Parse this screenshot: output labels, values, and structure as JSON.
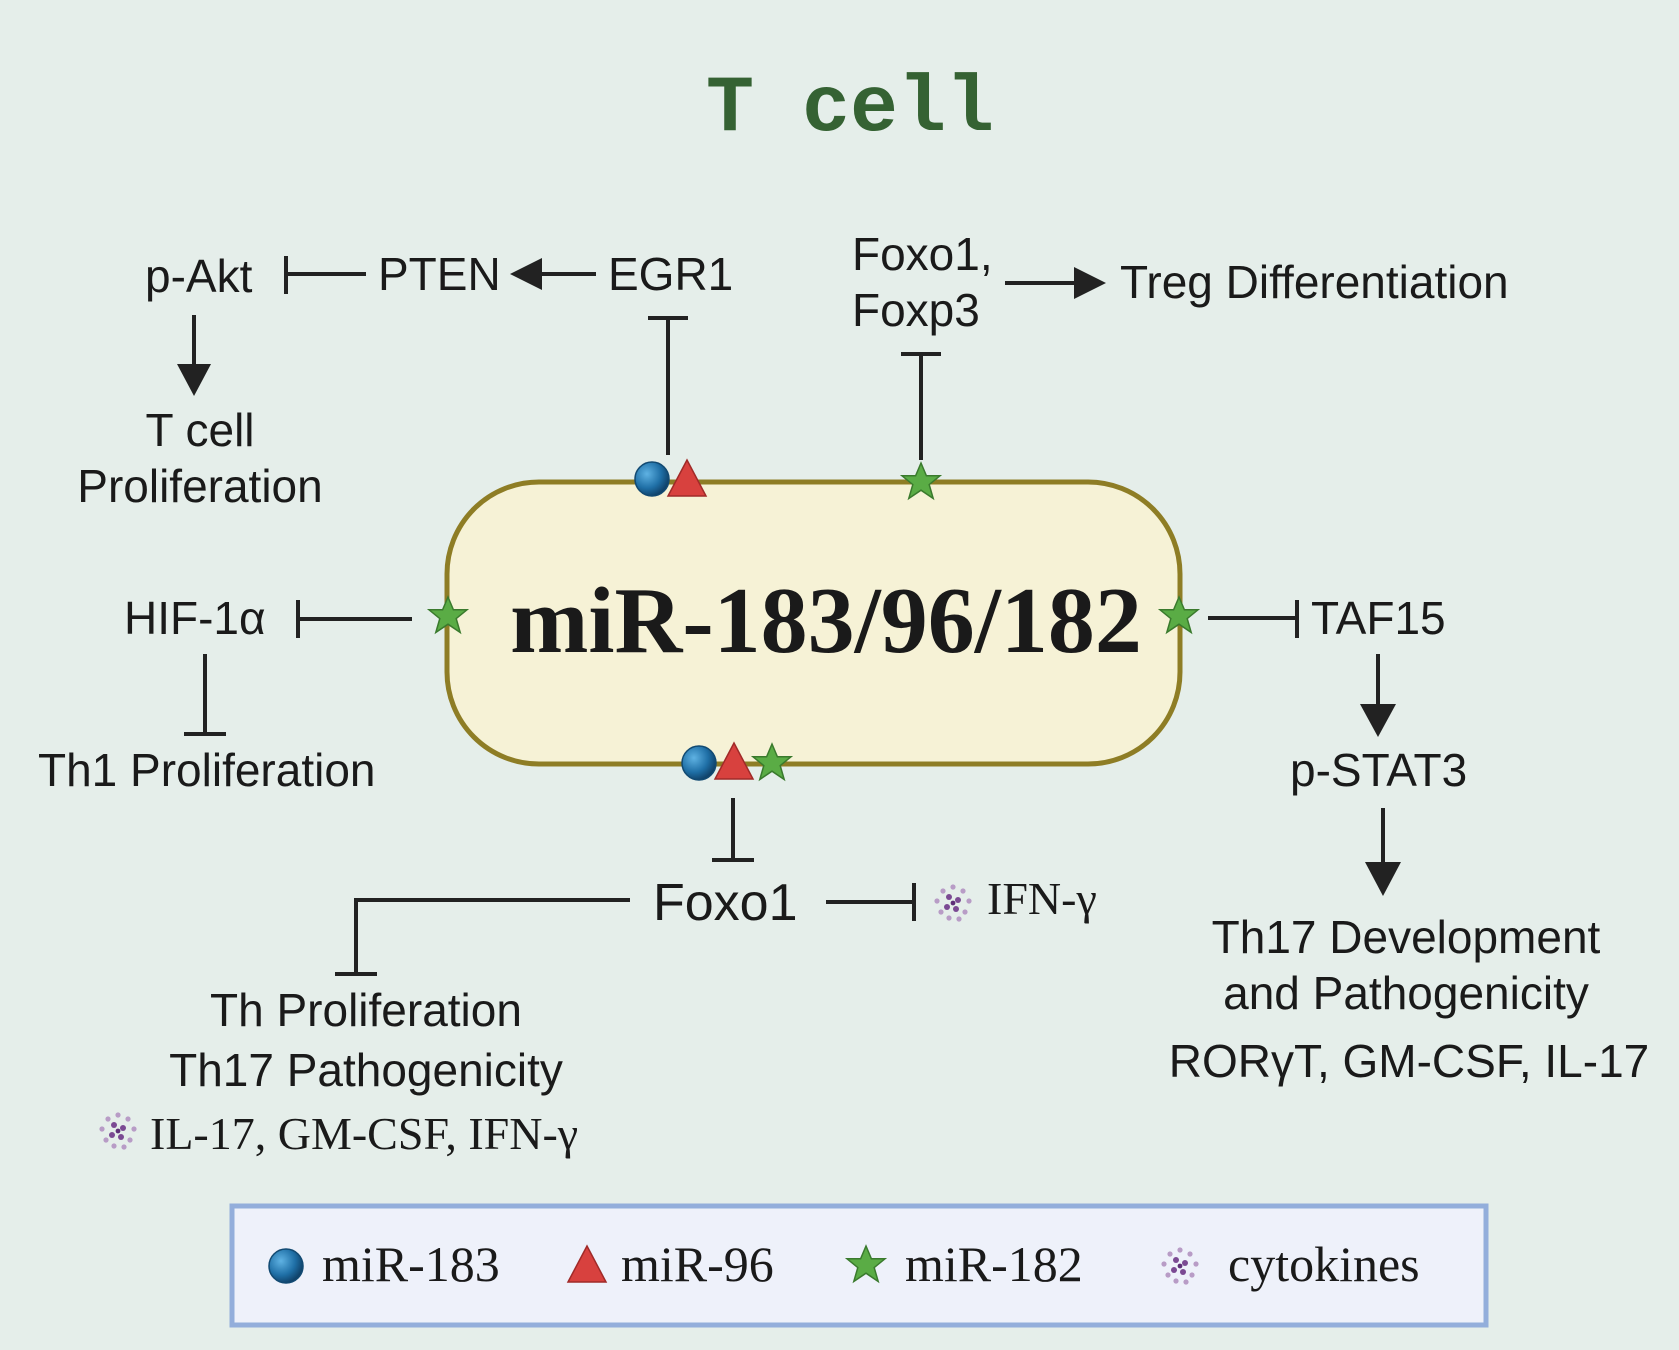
{
  "title": "T cell",
  "center": {
    "label": "miR-183/96/182"
  },
  "nodes": {
    "p_akt": "p-Akt",
    "pten": "PTEN",
    "egr1": "EGR1",
    "t_cell_prolif_1": "T cell",
    "t_cell_prolif_2": "Proliferation",
    "foxo1_foxp3_1": "Foxo1,",
    "foxo1_foxp3_2": "Foxp3",
    "treg": "Treg Differentiation",
    "hif1a": "HIF-1α",
    "th1": "Th1 Proliferation",
    "taf15": "TAF15",
    "pstat3": "p-STAT3",
    "th17_dev_1": "Th17 Development",
    "th17_dev_2": "and Pathogenicity",
    "th17_markers": "RORγT, GM-CSF, IL-17",
    "foxo1": "Foxo1",
    "ifn_gamma": "IFN-γ",
    "th_prolif": "Th Proliferation",
    "th17_path": "Th17 Pathogenicity",
    "th_cytokines": "IL-17, GM-CSF, IFN-γ"
  },
  "legend": {
    "items": [
      {
        "label": "miR-183",
        "icon": "blue-circle-icon"
      },
      {
        "label": "miR-96",
        "icon": "red-triangle-icon"
      },
      {
        "label": "miR-182",
        "icon": "green-star-icon"
      },
      {
        "label": "cytokines",
        "icon": "cytokine-dots-icon"
      }
    ]
  },
  "colors": {
    "background": "#e5eeea",
    "title": "#356233",
    "center_fill": "#f6f2d6",
    "center_border": "#8e7d25",
    "mir183": "#1f6fa6",
    "mir96": "#d8413e",
    "mir182": "#5aac45",
    "cytokine": "#8a5a9e",
    "legend_border": "#93aedb",
    "legend_fill": "#eef1fa"
  }
}
